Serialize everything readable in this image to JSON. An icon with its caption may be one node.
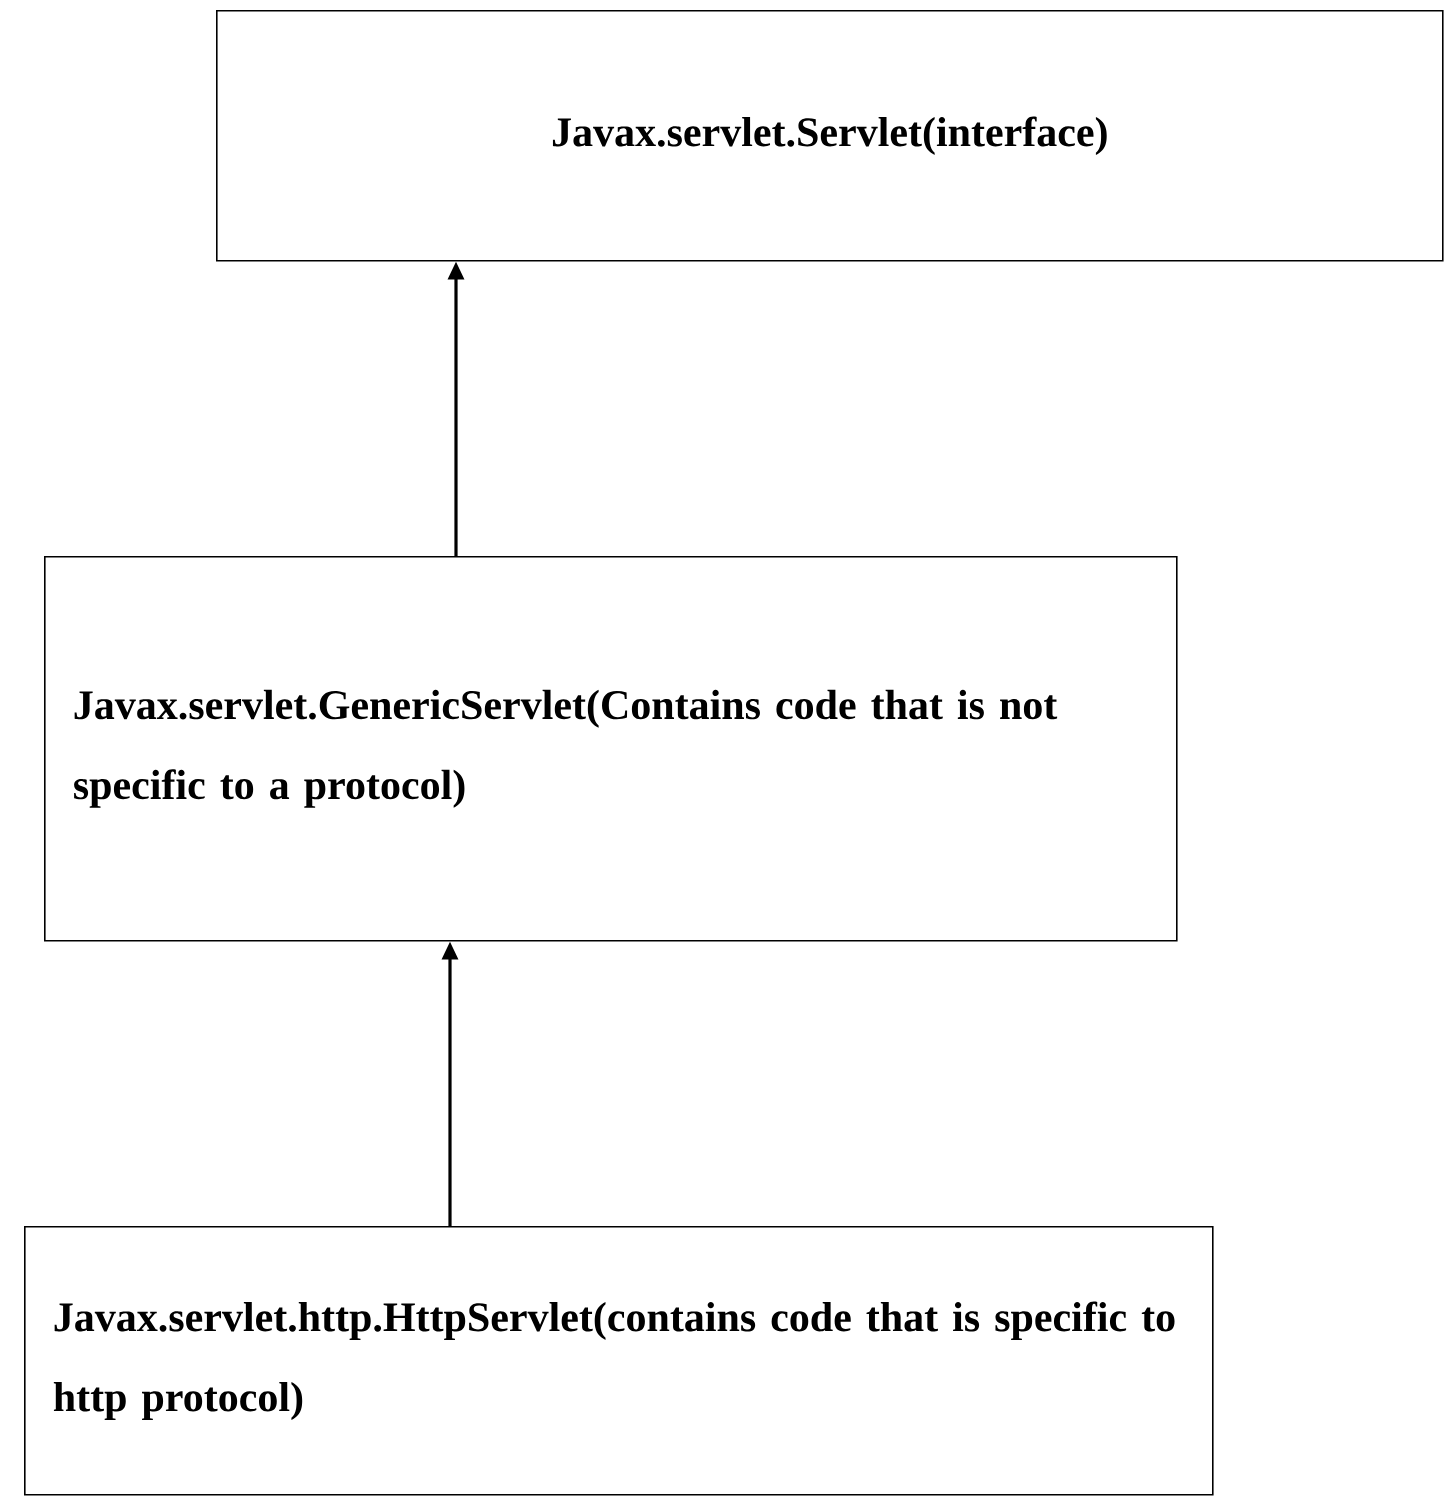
{
  "diagram": {
    "nodes": [
      {
        "text": [
          "Javax.servlet.Servlet(interface)"
        ]
      },
      {
        "text": [
          "Javax.servlet.GenericServlet(Contains code that is not specific to a protocol)"
        ]
      },
      {
        "text": [
          "Javax.servlet.http.HttpServlet(contains code that is specific to http protocol)"
        ]
      }
    ],
    "edges": [
      {
        "from": 1,
        "to": 0,
        "arrow": "to"
      },
      {
        "from": 2,
        "to": 1,
        "arrow": "to"
      }
    ]
  }
}
